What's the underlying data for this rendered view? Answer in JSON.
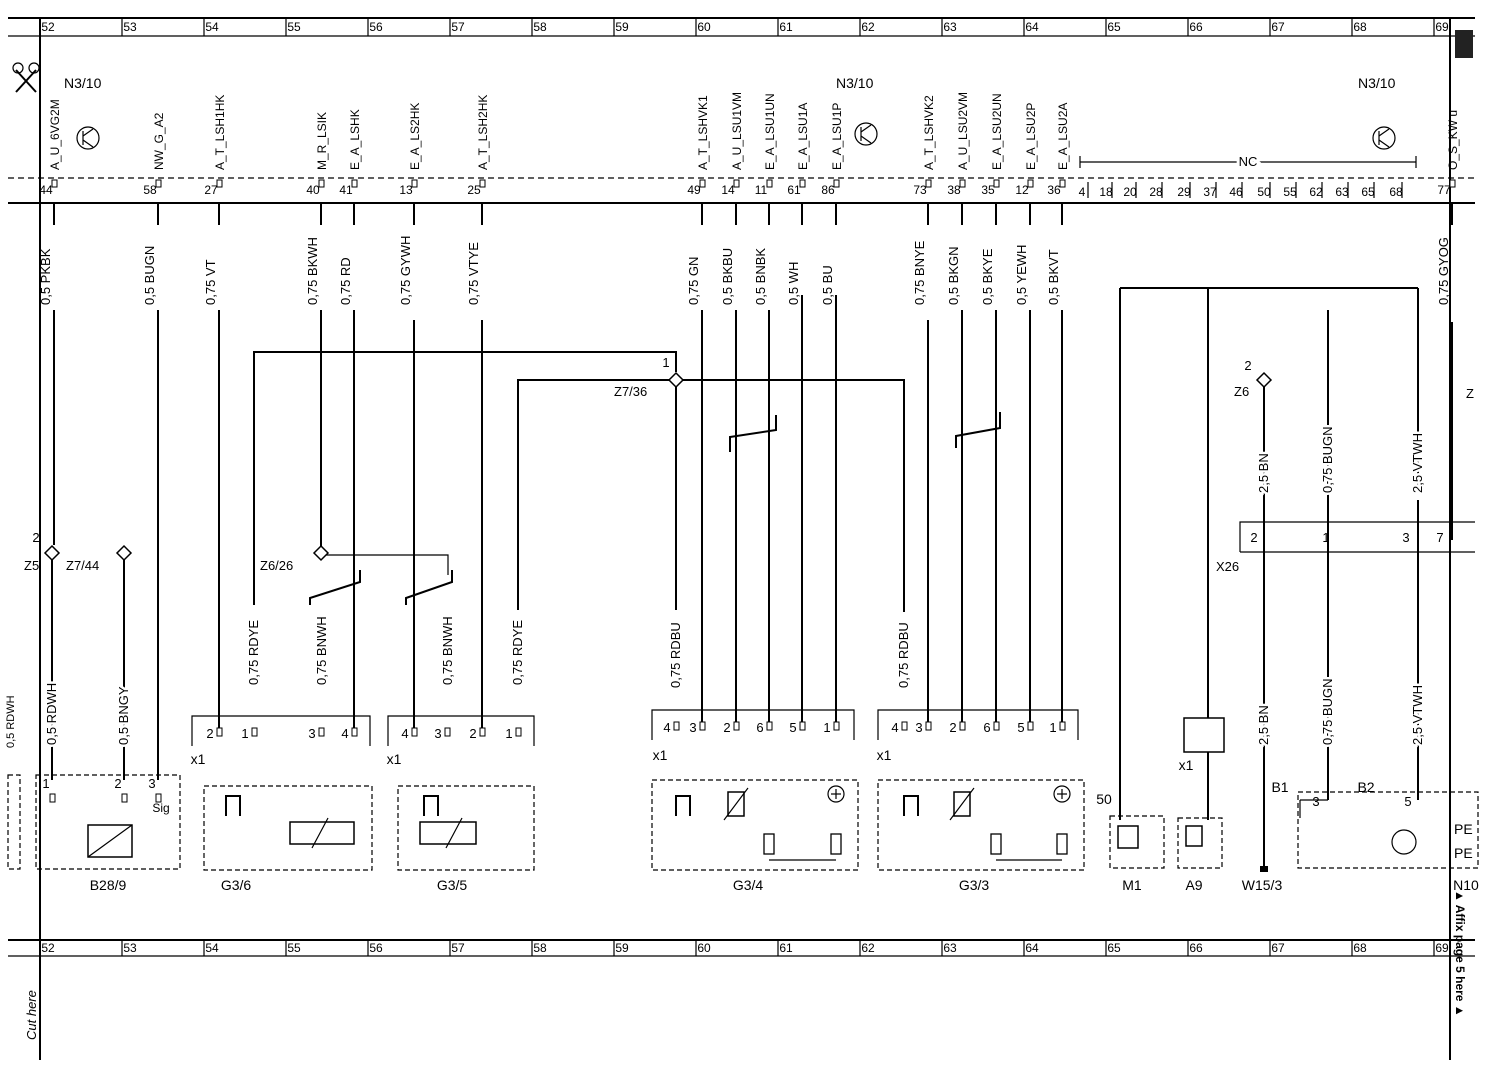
{
  "grid_columns": [
    "52",
    "53",
    "54",
    "55",
    "56",
    "57",
    "58",
    "59",
    "60",
    "61",
    "62",
    "63",
    "64",
    "65",
    "66",
    "67",
    "68",
    "69"
  ],
  "header": {
    "n310_labels": [
      "N3/10",
      "N3/10",
      "N3/10"
    ],
    "nc_label": "NC",
    "pin_names": [
      "A_U_6VG2M",
      "NW_G_A2",
      "A_T_LSH1HK",
      "M_R_LSIK",
      "E_A_LSHK",
      "E_A_LS2HK",
      "A_T_LSH2HK",
      "A_T_LSHVK1",
      "A_U_LSU1VM",
      "E_A_LSU1UN",
      "E_A_LSU1A",
      "E_A_LSU1P",
      "A_T_LSHVK2",
      "A_U_LSU2VM",
      "E_A_LSU2UN",
      "E_A_LSU2P",
      "E_A_LSU2A",
      "O_S_KW u"
    ],
    "pin_numbers": [
      "44",
      "58",
      "27",
      "40",
      "41",
      "13",
      "25",
      "49",
      "14",
      "11",
      "61",
      "86",
      "73",
      "38",
      "35",
      "12",
      "36",
      "77"
    ],
    "nc_pins": [
      "4",
      "18",
      "20",
      "28",
      "29",
      "37",
      "46",
      "50",
      "55",
      "62",
      "63",
      "65",
      "68"
    ]
  },
  "wires_top": [
    "0,5 PKBK",
    "0,5 BUGN",
    "0,75 VT",
    "0,75 BKWH",
    "0,75 RD",
    "0,75 GYWH",
    "0,75 VTYE",
    "0,75 GN",
    "0,5 BKBU",
    "0,5 BNBK",
    "0,5 WH",
    "0,5 BU",
    "0,75 BNYE",
    "0,5 BKGN",
    "0,5 BKYE",
    "0,5 YEWH",
    "0,5 BKVT",
    "0,75 GYOG"
  ],
  "wires_mid": [
    "0,5 RDWH",
    "0,5 BNGY",
    "0,75 RDYE",
    "0,75 BNWH",
    "0,75 BNWH",
    "0,75 RDYE",
    "0,75 RDBU",
    "0,75 RDBU",
    "2,5 BN",
    "0,75 BUGN",
    "2,5 VTWH",
    "2,5 BN",
    "0,75 BUGN",
    "2,5 VTWH"
  ],
  "splices": [
    "Z5",
    "Z7/44",
    "Z6/26",
    "Z7/36",
    "Z6",
    "X26"
  ],
  "splice_pins": [
    "2",
    "1",
    "2",
    "2",
    "1",
    "3",
    "7"
  ],
  "connector_pins": {
    "g36": [
      "2",
      "1",
      "3",
      "4"
    ],
    "g35": [
      "4",
      "3",
      "2",
      "1"
    ],
    "g34": [
      "4",
      "3",
      "2",
      "6",
      "5",
      "1"
    ],
    "g33": [
      "4",
      "3",
      "2",
      "6",
      "5",
      "1"
    ],
    "b289": [
      "1",
      "2",
      "3"
    ]
  },
  "x1": [
    "x1",
    "x1",
    "x1",
    "x1",
    "x1"
  ],
  "components": [
    "B28/9",
    "G3/6",
    "G3/5",
    "G3/4",
    "G3/3",
    "M1",
    "A9",
    "W15/3",
    "N10"
  ],
  "labels_other": {
    "b1": "B1",
    "b2": "B2",
    "m1_pin": "50",
    "b2_pin": "3",
    "n10_pin": "5",
    "sig": "Sig",
    "pe1": "PE",
    "pe2": "PE",
    "pu_p": "P",
    "pu_u": "U",
    "z_right": "Z"
  },
  "side_text": {
    "cut_here": "Cut here",
    "affix": "▲ Affix page 5 here ▲"
  }
}
